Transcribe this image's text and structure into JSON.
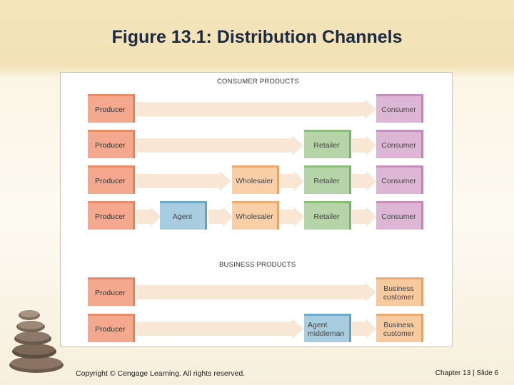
{
  "slide": {
    "title": "Figure 13.1:  Distribution Channels",
    "copyright": "Copyright © Cengage Learning. All rights reserved.",
    "slide_number": "Chapter 13 | Slide 6"
  },
  "figure": {
    "consumer_heading": "CONSUMER PRODUCTS",
    "business_heading": "BUSINESS PRODUCTS",
    "consumer_channels": [
      [
        "Producer",
        "Consumer"
      ],
      [
        "Producer",
        "Retailer",
        "Consumer"
      ],
      [
        "Producer",
        "Wholesaler",
        "Retailer",
        "Consumer"
      ],
      [
        "Producer",
        "Agent",
        "Wholesaler",
        "Retailer",
        "Consumer"
      ]
    ],
    "business_channels": [
      [
        "Producer",
        "Business customer"
      ],
      [
        "Producer",
        "Agent middleman",
        "Business customer"
      ]
    ]
  },
  "colors": {
    "producer": "#f4a98f",
    "agent": "#a9cde0",
    "wholesaler": "#f8cfa6",
    "retailer": "#b5d5a8",
    "consumer": "#ddb6d6",
    "business_customer": "#f7caa0",
    "arrow": "#f8e7d4"
  }
}
